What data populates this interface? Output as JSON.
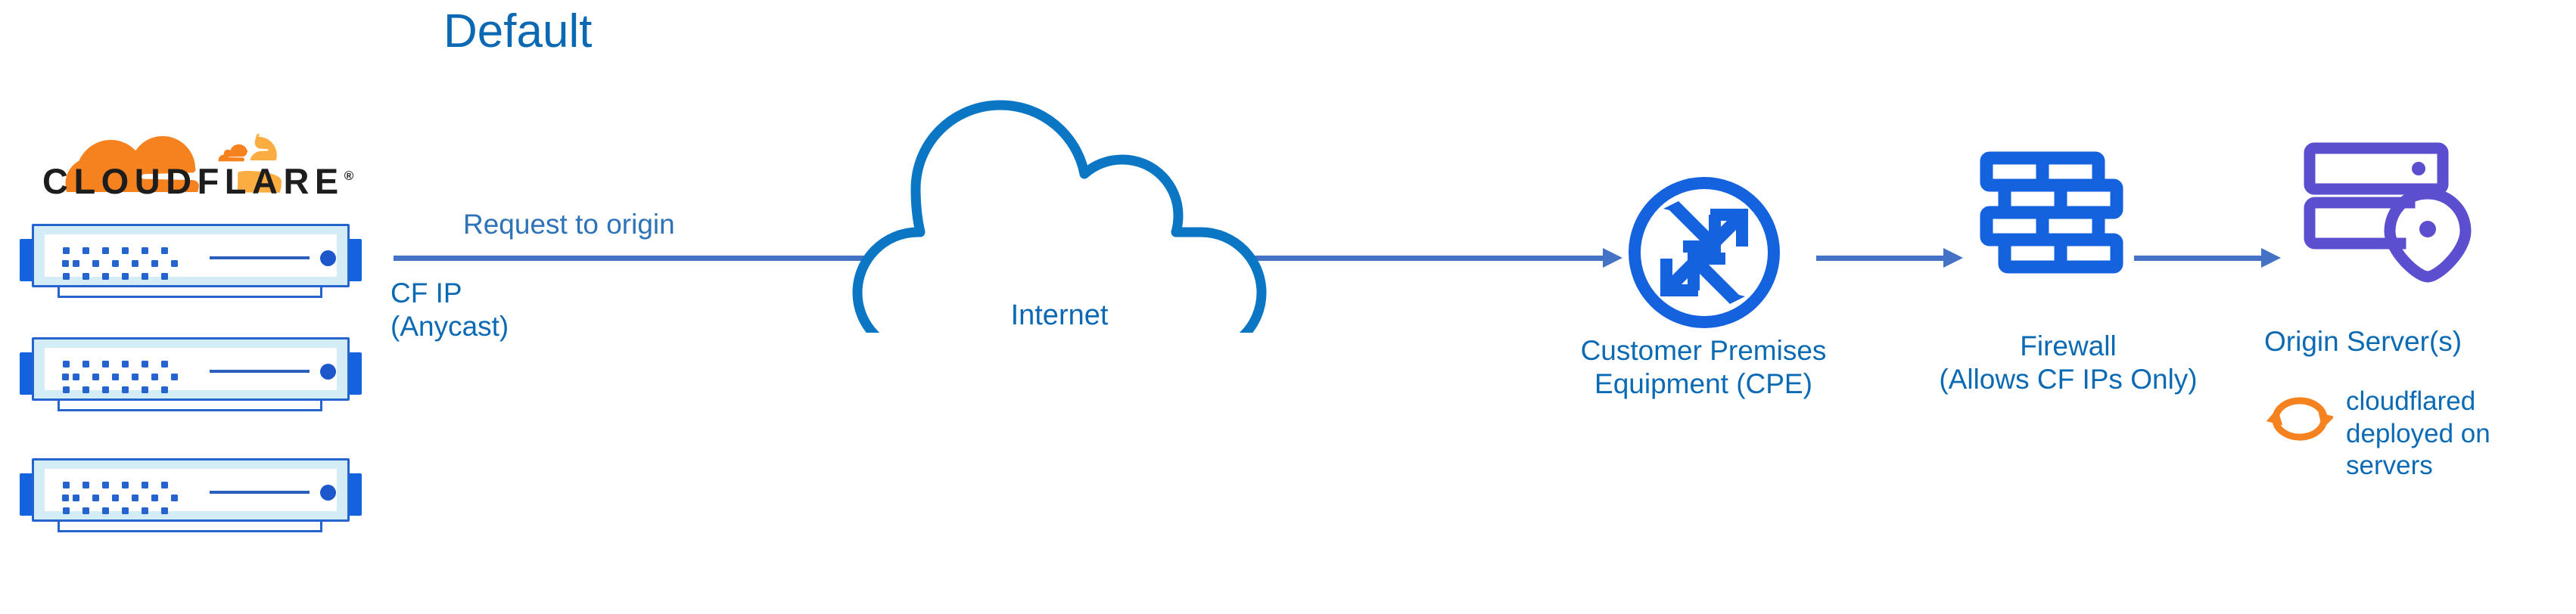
{
  "title": "Default",
  "colors": {
    "cf_blue": "#0B69B4",
    "label_blue": "#0B6AB4",
    "arrow_blue": "#4472C4",
    "icon_blue": "#1462DD",
    "server_purple": "#5B4FCF",
    "cf_orange": "#F6821F",
    "cf_orange_light": "#FBAD41",
    "rack_fill": "#D3ECF5",
    "rack_stroke": "#2563CE",
    "wordmark_black": "#1D1D1D"
  },
  "logo": {
    "wordmark": "CLOUDFLARE",
    "registered_mark": "®",
    "icon_name": "cloudflare-cloud-logo"
  },
  "edge": {
    "racks": [
      {
        "label": "edge-server-1"
      },
      {
        "label": "edge-server-2"
      },
      {
        "label": "edge-server-3"
      }
    ],
    "ip_label": "CF IP\n(Anycast)"
  },
  "flow": {
    "request_label": "Request to origin",
    "arrows": [
      {
        "name": "edge-to-cpe"
      },
      {
        "name": "cpe-to-firewall"
      },
      {
        "name": "firewall-to-origin"
      }
    ]
  },
  "nodes": [
    {
      "id": "internet",
      "label": "Internet",
      "icon": "cloud-icon"
    },
    {
      "id": "cpe",
      "label": "Customer Premises\nEquipment (CPE)",
      "icon": "router-icon"
    },
    {
      "id": "firewall",
      "label": "Firewall\n(Allows CF IPs Only)",
      "icon": "brick-wall-icon"
    },
    {
      "id": "origin",
      "label": "Origin Server(s)",
      "icon": "server-stack-pin-icon"
    }
  ],
  "cloudflared": {
    "icon": "sync-arrows-icon",
    "note": "cloudflared\ndeployed on\nservers"
  }
}
